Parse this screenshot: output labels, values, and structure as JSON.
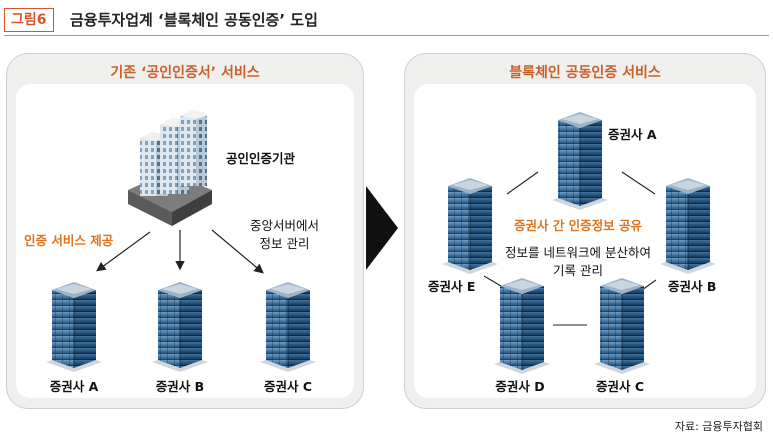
{
  "figure": {
    "tag": "그림6",
    "title": "금융투자업계 ‘블록체인 공동인증’ 도입",
    "source": "자료: 금융투자협회"
  },
  "left_panel": {
    "title": "기존 ‘공인인증서’ 서비스",
    "authority_label": "공인인증기관",
    "service_label": "인증 서비스 제공",
    "server_label": "중앙서버에서\n정보 관리",
    "brokers": [
      "증권사 A",
      "증권사 B",
      "증권사 C"
    ]
  },
  "right_panel": {
    "title": "블록체인 공동인증 서비스",
    "share_label": "증권사 간 인증정보 공유",
    "distribute_label": "정보를 네트워크에 분산하여\n기록 관리",
    "brokers": [
      "증권사 A",
      "증권사 B",
      "증권사 C",
      "증권사 D",
      "증권사 E"
    ]
  },
  "colors": {
    "accent_orange": "#e0741f",
    "tag_red": "#d9542c",
    "panel_bg": "#efefed"
  }
}
